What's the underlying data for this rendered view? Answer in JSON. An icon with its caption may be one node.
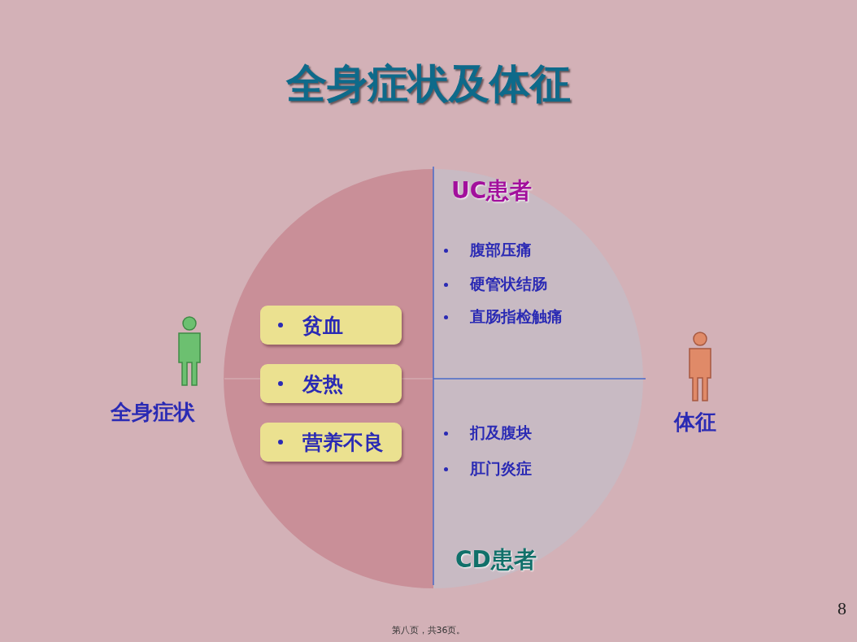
{
  "diagram": {
    "title": "全身症状及体征",
    "nodes": [
      {
        "text": [
          "贫血"
        ]
      },
      {
        "text": [
          "发热"
        ]
      },
      {
        "text": [
          "营养不良"
        ]
      }
    ],
    "labels": [
      "UC患者",
      "腹部压痛",
      "硬管状结肠",
      "直肠指检触痛",
      "全身症状",
      "体征",
      "扪及腹块",
      "肛门炎症",
      "CD患者",
      "8",
      "第八页，共36页。"
    ]
  }
}
